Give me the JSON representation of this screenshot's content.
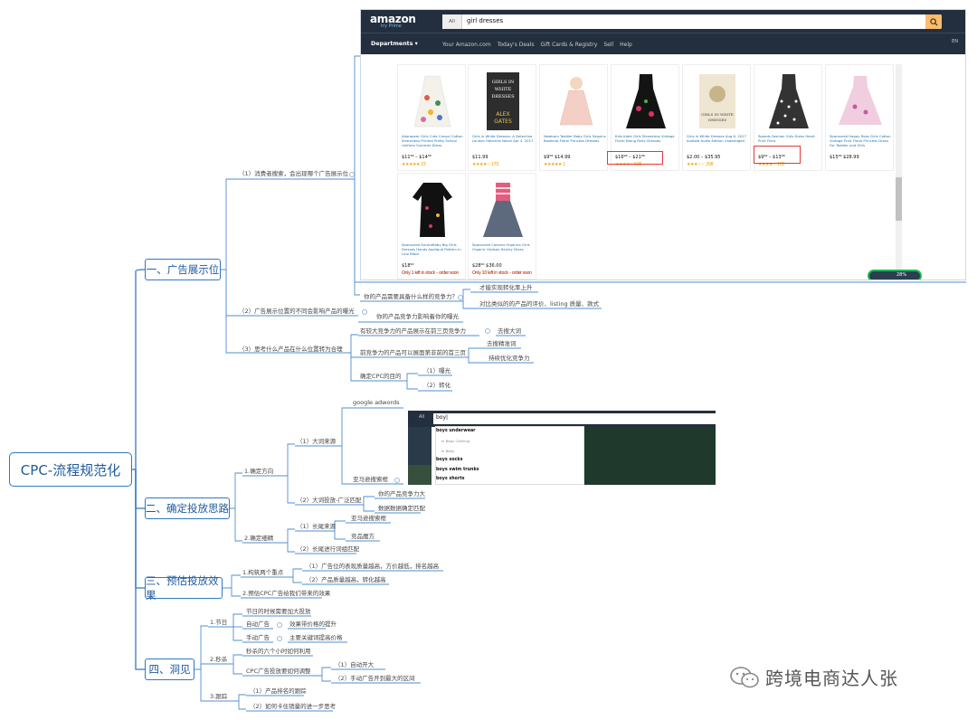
{
  "root": "CPC-流程规范化",
  "branches": {
    "b1": "一、广告展示位",
    "b2": "二、确定投放思路",
    "b3": "三、预估投放效果",
    "b4": "四、洞见"
  },
  "b1_nodes": {
    "n1": "（1）消费者搜索，会出现哪个广告展示位",
    "n1a": "你的产品需要具备什么样的竞争力？",
    "n1a1": "才能实现转化率上升",
    "n1a2": "对比类似的的产品的评价、listing 质量、款式",
    "n2": "（2）广告展示位置的不同会影响产品的曝光",
    "n2a": "你的产品竞争力影响着你的曝光",
    "n3": "（3）思考什么产品在什么位置转为合理",
    "n3a": "有较大竞争力的产品展示在前三页竞争力",
    "n3a1": "去搜大词",
    "n3b": "前竞争力的产品可以展面第非前的首三页",
    "n3b1": "去搜精准词",
    "n3b2": "持续优化竞争力",
    "n3c": "确定CPC的目的",
    "n3c1": "（1）曝光",
    "n3c2": "（2）转化"
  },
  "b2_nodes": {
    "m1": "1.确定方向",
    "m1a": "（1）大词来源",
    "m1a1": "google adwords",
    "m1a2": "亚马逊搜索框",
    "m1b": "（2）大词投放-广泛匹配",
    "m1b1": "你的产品竞争力大",
    "m1b2": "数据数据确定匹配",
    "m2": "2.确定细精",
    "m2a": "（1）长尾来源",
    "m2a1": "亚马逊搜索框",
    "m2a2": "竞品魔方",
    "m2b": "（2）长尾进行词组匹配"
  },
  "b3_nodes": {
    "p1": "1.构筑两个重点",
    "p1a": "（1）广告位的表现质量越高，方价越低，排名越高",
    "p1b": "（2）产品质量越高，转化越高",
    "p2": "2.预估CPC广告给我们带来的效果"
  },
  "b4_nodes": {
    "q1": "1.节日",
    "q1a": "节日的时候需要加大投放",
    "q1b": "自动广告",
    "q1b1": "效果带价格的提升",
    "q1c": "手动广告",
    "q1c1": "主要关键词提高价格",
    "q2": "2.秒杀",
    "q2a": "秒杀的六个小时如何利用",
    "q2b": "CPC广告投放要如何调整",
    "q2b1": "（1）自动开大",
    "q2b2": "（2）手动广告开到最大的区间",
    "q3": "3.跟踪",
    "q3a": "（1）产品排名的跟踪",
    "q3b": "（2）如何卡住销量的进一步思考"
  },
  "amazon": {
    "logo": "amazon",
    "prime": "try Prime",
    "search_dept": "All",
    "query": "girl dresses",
    "departments": "Departments",
    "nav_links": [
      "Your Amazon.com",
      "Today's Deals",
      "Gift Cards & Registry",
      "Sell",
      "Help"
    ],
    "lang": "EN",
    "products": [
      {
        "title": "Adorapeer Girls Cute Casual Cotton Sleeveless Printed Pretty Scheul Uniform Summer Dress",
        "price": "$11⁹⁹ – $14⁹⁹",
        "stars": "★★★★★ 23"
      },
      {
        "title": "Girls in White Dresses: A Detective London Hollerms Novel Apr 4, 2017",
        "price": "$11.99",
        "stars": "★★★★☆ 170"
      },
      {
        "title": "Newborn Toddler Baby Girls Sequins Bowknot Floral Princess Dresses",
        "price": "$9⁰⁹ $14.99",
        "stars": "★★★★★ 1"
      },
      {
        "title": "Kids Katie Girls Sleeveless Vintage Floral Swing Party Dresses",
        "price": "$16⁹⁹ – $21⁹⁹",
        "stars": "★★★★☆ 505"
      },
      {
        "title": "Girls in White Dresses Aug 6, 2017 Audible Audio Edition Unabridged",
        "price": "$2.00 – $35.95",
        "stars": "★★★☆☆ 208"
      },
      {
        "title": "Speeds Fashion Girls Dress Heart Print Flora",
        "price": "$9⁹⁹ – $13⁹⁹",
        "stars": "★★★★☆ 102"
      },
      {
        "title": "Sponsored Happy Rose Girls Cotton Vintage Print Floral Princess Dress For Toddler and Girls",
        "price": "$15⁹⁹ $28.99",
        "stars": ""
      },
      {
        "title": "Sponsored AuroraBaby Big Girls Dresses Hands Appliqué Pattern in Line Black",
        "price": "$18⁹⁰",
        "stars": "Only 1 left in stock – order soon"
      },
      {
        "title": "Sponsored Colored Organics Girls Organic Hudson Henley Dress",
        "price": "$28⁹⁰ $36.00",
        "stars": "Only 10 left in stock – order soon"
      }
    ],
    "badge": "28%"
  },
  "autocomplete": {
    "all": "All",
    "query": "boy|",
    "items": [
      "boys underwear",
      "in Baby Clothing",
      "in Baby",
      "boys socks",
      "boys swim trunks",
      "boys shorts"
    ]
  },
  "watermark": "跨境电商达人张",
  "colors": {
    "line": "#2f78c4",
    "text": "#1e5a9c",
    "red": "#e53935",
    "amazon_dark": "#232f3e"
  }
}
